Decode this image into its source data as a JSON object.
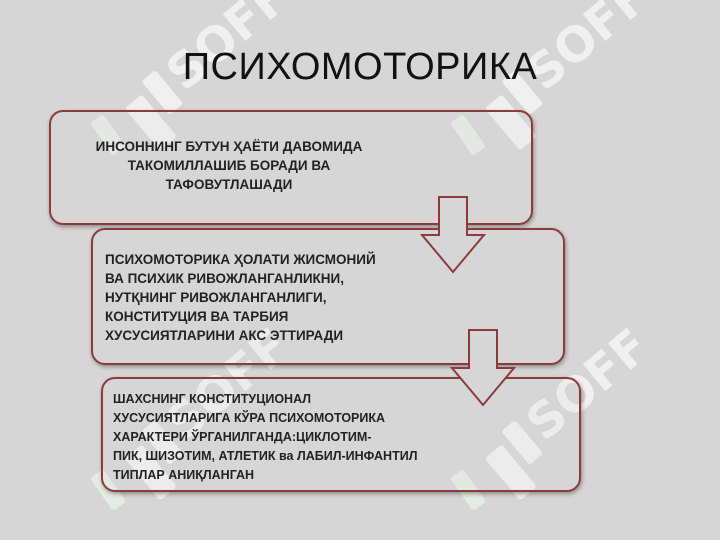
{
  "slide": {
    "title": "ПСИХОМОТОРИКА",
    "watermark_text": "SOFF",
    "colors": {
      "background": "#d6d6d6",
      "box_border": "#8c3a3a",
      "watermark": "#f2f2f2"
    }
  },
  "flow": {
    "box1_text": "ИНСОННИНГ БУТУН ҲАЁТИ ДАВОМИДА\nТАКОМИЛЛАШИБ БОРАДИ ВА\nТАФОВУТЛАШАДИ",
    "box2_text": "ПСИХОМОТОРИКА ҲОЛАТИ ЖИСМОНИЙ\nВА ПСИХИК РИВОЖЛАНГАНЛИКНИ,\nНУТҚНИНГ РИВОЖЛАНГАНЛИГИ,\nКОНСТИТУЦИЯ ВА ТАРБИЯ\nХУСУСИЯТЛАРИНИ АКС ЭТТИРАДИ",
    "box3_text": "ШАХСНИНГ КОНСТИТУЦИОНАЛ\nХУСУСИЯТЛАРИГА  КЎРА  ПСИХОМОТОРИКА\nХАРАКТЕРИ ЎРГАНИЛГАНДА:ЦИКЛОТИМ-\nПИК, ШИЗОТИМ, АТЛЕТИК ва  ЛАБИЛ-ИНФАНТИЛ\nТИПЛАР АНИҚЛАНГАН"
  }
}
